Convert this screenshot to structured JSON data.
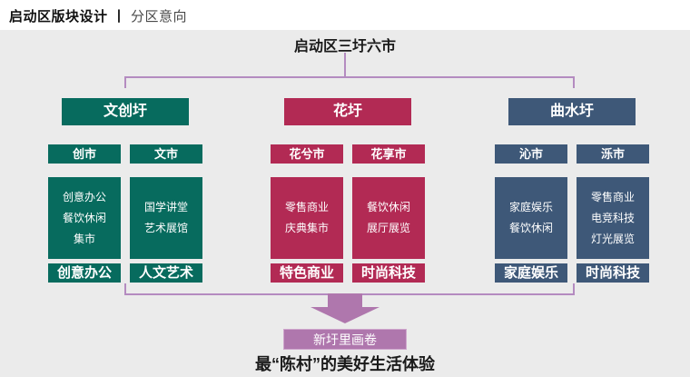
{
  "page": {
    "title_main": "启动区版块设计",
    "title_separator": "丨",
    "title_sub": "分区意向"
  },
  "diagram": {
    "root_label": "启动区三圩六市",
    "groups": [
      {
        "name": "文创圩",
        "color": "#076b5e",
        "markets": [
          {
            "name": "创市",
            "features": [
              "创意办公",
              "餐饮休闲",
              "集市"
            ],
            "tag": "创意办公"
          },
          {
            "name": "文市",
            "features": [
              "国学讲堂",
              "艺术展馆"
            ],
            "tag": "人文艺术"
          }
        ]
      },
      {
        "name": "花圩",
        "color": "#b22a54",
        "markets": [
          {
            "name": "花兮市",
            "features": [
              "零售商业",
              "庆典集市"
            ],
            "tag": "特色商业"
          },
          {
            "name": "花享市",
            "features": [
              "餐饮休闲",
              "展厅展览"
            ],
            "tag": "时尚科技"
          }
        ]
      },
      {
        "name": "曲水圩",
        "color": "#3e5878",
        "markets": [
          {
            "name": "沁市",
            "features": [
              "家庭娱乐",
              "餐饮休闲"
            ],
            "tag": "家庭娱乐"
          },
          {
            "name": "泺市",
            "features": [
              "零售商业",
              "电竞科技",
              "灯光展览"
            ],
            "tag": "时尚科技"
          }
        ]
      }
    ],
    "result_label": "新圩里画卷",
    "slogan": "最“陈村”的美好生活体验",
    "colors": {
      "teal": "#076b5e",
      "crimson": "#b22a54",
      "slate": "#3e5878",
      "connector": "#b48bc0",
      "arrow": "#af77ad",
      "background": "#ebebeb"
    }
  }
}
